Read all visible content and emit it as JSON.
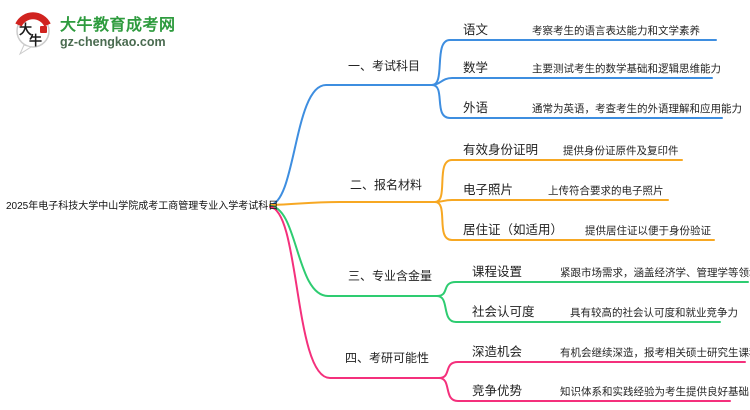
{
  "logo": {
    "icon_chars": [
      "大",
      "牛"
    ],
    "title": "大牛教育成考网",
    "subtitle": "gz-chengkao.com",
    "brand_green": "#2e9b3e",
    "seal_red": "#d0231f"
  },
  "central_topic": "2025年电子科技大学中山学院成考工商管理专业入学考试科目",
  "branches": [
    {
      "label": "一、考试科目",
      "color": "#3e8ee0",
      "children": [
        {
          "label": "语文",
          "desc": "考察考生的语言表达能力和文学素养"
        },
        {
          "label": "数学",
          "desc": "主要测试考生的数学基础和逻辑思维能力"
        },
        {
          "label": "外语",
          "desc": "通常为英语，考查考生的外语理解和应用能力"
        }
      ]
    },
    {
      "label": "二、报名材料",
      "color": "#f7a823",
      "children": [
        {
          "label": "有效身份证明",
          "desc": "提供身份证原件及复印件"
        },
        {
          "label": "电子照片",
          "desc": "上传符合要求的电子照片"
        },
        {
          "label": "居住证（如适用）",
          "desc": "提供居住证以便于身份验证"
        }
      ]
    },
    {
      "label": "三、专业含金量",
      "color": "#2ecc71",
      "children": [
        {
          "label": "课程设置",
          "desc": "紧跟市场需求，涵盖经济学、管理学等领域"
        },
        {
          "label": "社会认可度",
          "desc": "具有较高的社会认可度和就业竞争力"
        }
      ]
    },
    {
      "label": "四、考研可能性",
      "color": "#f4307c",
      "children": [
        {
          "label": "深造机会",
          "desc": "有机会继续深造，报考相关硕士研究生课程"
        },
        {
          "label": "竞争优势",
          "desc": "知识体系和实践经验为考生提供良好基础"
        }
      ]
    }
  ]
}
